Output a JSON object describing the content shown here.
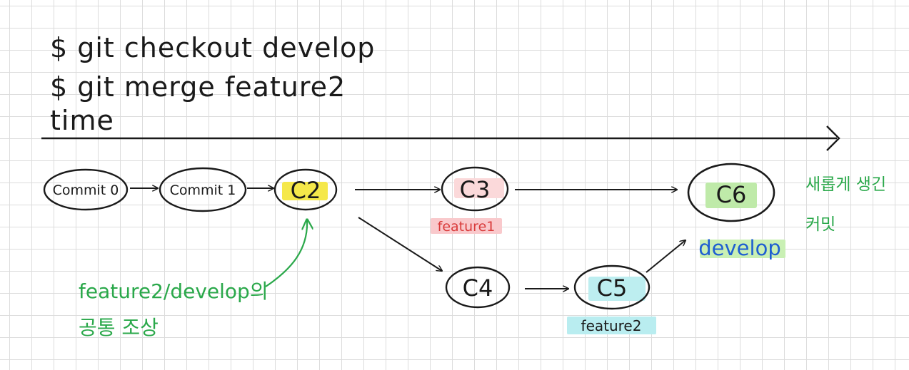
{
  "commands": {
    "line1": "$ git checkout develop",
    "line2": "$ git merge feature2"
  },
  "timeline": {
    "label": "time"
  },
  "commits": {
    "commit0": "Commit 0",
    "commit1": "Commit 1",
    "c2": "C2",
    "c3": "C3",
    "c4": "C4",
    "c5": "C5",
    "c6": "C6"
  },
  "branches": {
    "feature1": "feature1",
    "feature2": "feature2",
    "develop": "develop"
  },
  "annotations": {
    "common_ancestor_line1": "feature2/develop의",
    "common_ancestor_line2": "공통 조상",
    "new_commit_line1": "새롭게 생긴",
    "new_commit_line2": "커밋"
  },
  "colors": {
    "ink": "#1a1a1a",
    "c2_highlight": "#f5e84a",
    "c3_highlight": "#fbd9da",
    "feature1_highlight": "#f9c9cc",
    "feature1_text": "#d93b3b",
    "c5_highlight": "#bdeef0",
    "feature2_highlight": "#b9edf0",
    "c6_highlight": "#bfeaa9",
    "develop_highlight": "#c9f0b4",
    "develop_text": "#1f5fd1",
    "annotation_text": "#2aa84a"
  }
}
